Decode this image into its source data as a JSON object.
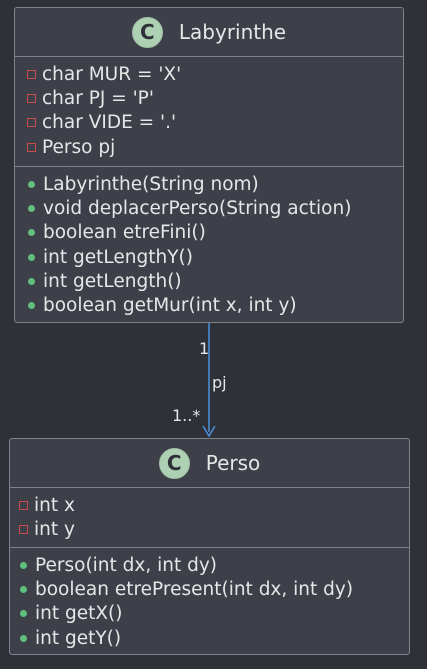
{
  "classes": {
    "labyrinthe": {
      "badge": "C",
      "name": "Labyrinthe",
      "fields": [
        "char MUR = 'X'",
        "char PJ = 'P'",
        "char VIDE = '.'",
        "Perso pj"
      ],
      "methods": [
        "Labyrinthe(String nom)",
        "void deplacerPerso(String action)",
        "boolean etreFini()",
        "int getLengthY()",
        "int getLength()",
        "boolean getMur(int x, int y)"
      ]
    },
    "perso": {
      "badge": "C",
      "name": "Perso",
      "fields": [
        "int x",
        "int y"
      ],
      "methods": [
        "Perso(int dx, int dy)",
        "boolean etrePresent(int dx, int dy)",
        "int getX()",
        "int getY()"
      ]
    }
  },
  "association": {
    "source_multiplicity": "1",
    "role": "pj",
    "target_multiplicity": "1..*"
  },
  "colors": {
    "background": "#2f3139",
    "box": "#3d4049",
    "border": "#7f838c",
    "badge": "#add1b2",
    "private": "#c94b4b",
    "public": "#61c07d",
    "arrow": "#4a90d9"
  }
}
